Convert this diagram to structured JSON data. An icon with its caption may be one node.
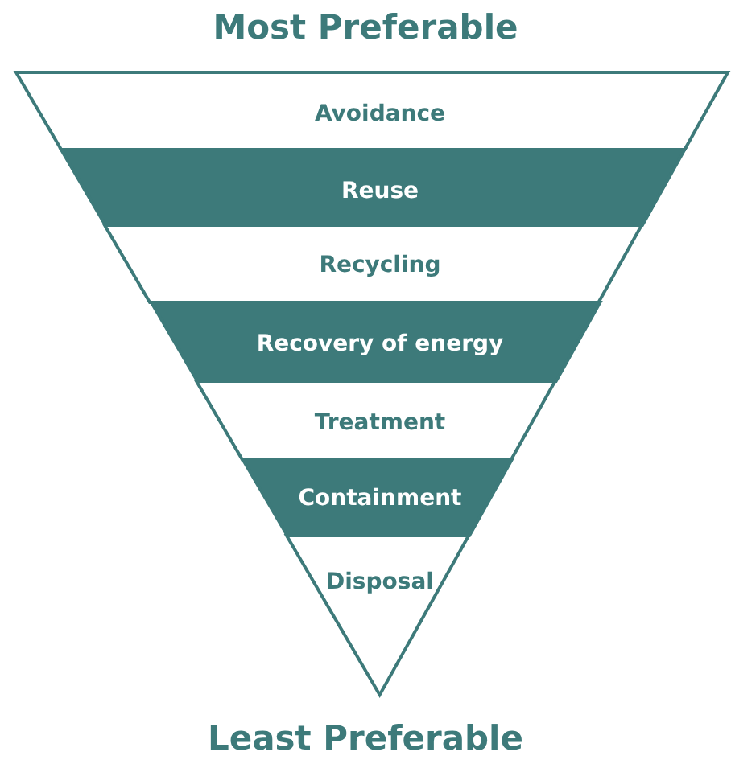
{
  "diagram": {
    "nodes": [
      {
        "text": [
          "Avoidance"
        ]
      },
      {
        "text": [
          "Reuse"
        ]
      },
      {
        "text": [
          "Recycling"
        ]
      },
      {
        "text": [
          "Recovery of energy"
        ]
      },
      {
        "text": [
          "Treatment"
        ]
      },
      {
        "text": [
          "Containment"
        ]
      },
      {
        "text": [
          "Disposal"
        ]
      }
    ],
    "labels": [
      "Most Preferable",
      "Least Preferable"
    ]
  }
}
